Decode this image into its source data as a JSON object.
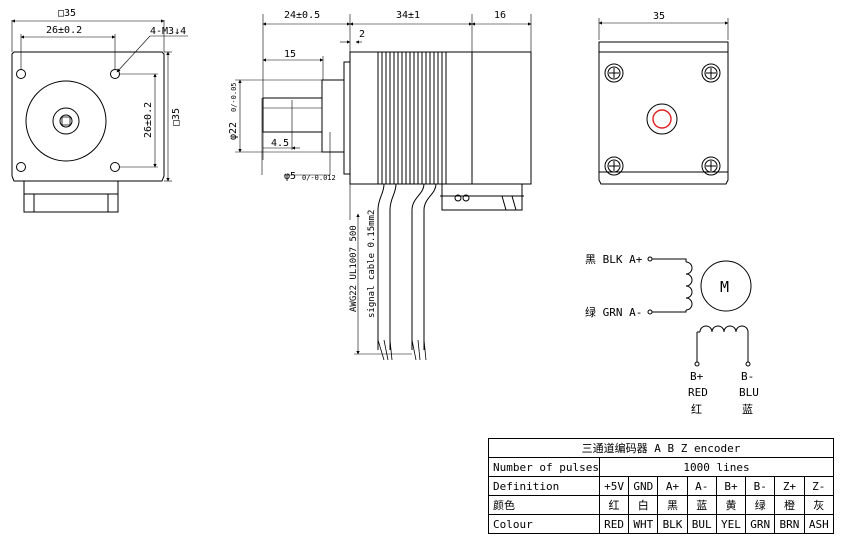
{
  "front_view": {
    "dim_width": "□35",
    "dim_hole_pitch_h": "26±0.2",
    "dim_hole_pitch_v": "26±0.2",
    "dim_height": "□35",
    "mount_holes": "4-M3↓4"
  },
  "side_view": {
    "dim_shaft_length": "24±0.5",
    "dim_body_length": "34±1",
    "dim_encoder_length": "16",
    "dim_flange": "2",
    "dim_15": "15",
    "dim_4_5": "4.5",
    "boss_diameter": "φ22",
    "boss_tol": "0\n-0.05",
    "shaft_diameter": "φ5",
    "shaft_tol": "0\n-0.012",
    "cable_spec_1": "AWG22 UL1007 500",
    "cable_spec_2": "signal cable 0.15mm2"
  },
  "rear_view": {
    "dim_width": "35"
  },
  "wiring": {
    "a_plus": "黑 BLK A+",
    "a_minus": "绿 GRN A-",
    "motor_symbol": "M",
    "b_plus": "B+",
    "b_plus_color": "RED",
    "b_plus_cn": "红",
    "b_minus": "B-",
    "b_minus_color": "BLU",
    "b_minus_cn": "蓝"
  },
  "encoder_table": {
    "title": "三通道编码器 A B Z encoder",
    "rows": [
      {
        "label": "Number of pulses",
        "value": "1000 lines"
      },
      {
        "label": "Definition",
        "cells": [
          "+5V",
          "GND",
          "A+",
          "A-",
          "B+",
          "B-",
          "Z+",
          "Z-"
        ]
      },
      {
        "label": "颜色",
        "cells": [
          "红",
          "白",
          "黑",
          "蓝",
          "黄",
          "绿",
          "橙",
          "灰"
        ]
      },
      {
        "label": "Colour",
        "cells": [
          "RED",
          "WHT",
          "BLK",
          "BUL",
          "YEL",
          "GRN",
          "BRN",
          "ASH"
        ]
      }
    ]
  }
}
